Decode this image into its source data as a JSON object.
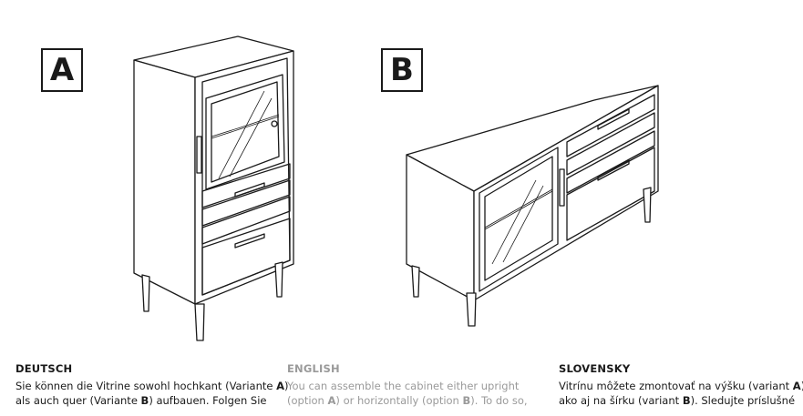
{
  "variants": {
    "a": "A",
    "b": "B"
  },
  "sections": [
    {
      "heading": "DEUTSCH",
      "line1_pre": "Sie können die Vitrine sowohl hochkant (Variante ",
      "line1_var": "A",
      "line1_post": ")",
      "line2_pre": "als auch quer (Variante ",
      "line2_var": "B",
      "line2_post": ") aufbauen. Folgen Sie"
    },
    {
      "heading": "ENGLISH",
      "line1_pre": "You can assemble the cabinet either upright",
      "line1_var": "",
      "line1_post": "",
      "line2_pre": "(option ",
      "line2_var": "A",
      "line2_mid": ") or horizontally (option ",
      "line2_var2": "B",
      "line2_post": "). To do so,"
    },
    {
      "heading": "SLOVENSKY",
      "line1_pre": "Vitrínu môžete zmontovať na výšku (variant ",
      "line1_var": "A",
      "line1_post": ")",
      "line2_pre": "ako aj na šírku (variant ",
      "line2_var": "B",
      "line2_post": "). Sledujte príslušné"
    }
  ],
  "colors": {
    "text": "#1a1a1a",
    "muted_text": "#9a9a9a",
    "background": "#ffffff"
  }
}
